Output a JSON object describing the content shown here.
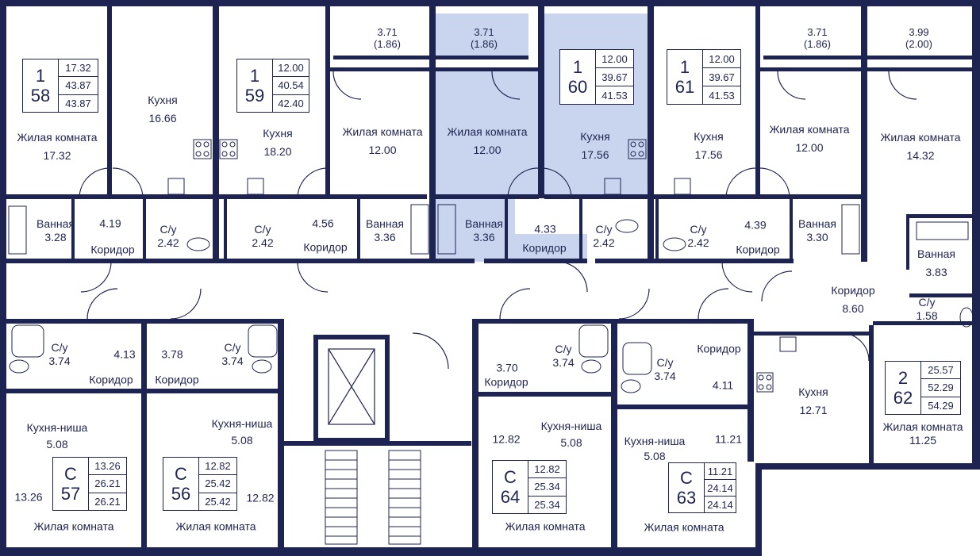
{
  "colors": {
    "wall": "#1e2451",
    "highlight": "#c9d5ee",
    "background": "#ffffff"
  },
  "balconies": [
    {
      "area": "3.71",
      "alt": "(1.86)"
    },
    {
      "area": "3.71",
      "alt": "(1.86)"
    },
    {
      "area": "3.71",
      "alt": "(1.86)"
    },
    {
      "area": "3.99",
      "alt": "(2.00)"
    }
  ],
  "apartments": {
    "a58": {
      "rooms": "1",
      "number": "58",
      "living": "17.32",
      "total": "43.87",
      "total_with_balcony": "43.87"
    },
    "a59": {
      "rooms": "1",
      "number": "59",
      "living": "12.00",
      "total": "40.54",
      "total_with_balcony": "42.40"
    },
    "a60": {
      "rooms": "1",
      "number": "60",
      "living": "12.00",
      "total": "39.67",
      "total_with_balcony": "41.53"
    },
    "a61": {
      "rooms": "1",
      "number": "61",
      "living": "12.00",
      "total": "39.67",
      "total_with_balcony": "41.53"
    },
    "a62": {
      "rooms": "2",
      "number": "62",
      "living": "25.57",
      "total": "52.29",
      "total_with_balcony": "54.29"
    },
    "a57": {
      "rooms": "C",
      "number": "57",
      "living": "13.26",
      "total": "26.21",
      "total_with_balcony": "26.21"
    },
    "a56": {
      "rooms": "C",
      "number": "56",
      "living": "12.82",
      "total": "25.42",
      "total_with_balcony": "25.42"
    },
    "a64": {
      "rooms": "C",
      "number": "64",
      "living": "12.82",
      "total": "25.34",
      "total_with_balcony": "25.34"
    },
    "a63": {
      "rooms": "C",
      "number": "63",
      "living": "11.21",
      "total": "24.14",
      "total_with_balcony": "24.14"
    }
  },
  "rooms": [
    {
      "name": "Жилая комната",
      "area": "17.32"
    },
    {
      "name": "Кухня",
      "area": "16.66"
    },
    {
      "name": "Кухня",
      "area": "18.20"
    },
    {
      "name": "Жилая комната",
      "area": "12.00"
    },
    {
      "name": "Жилая комната",
      "area": "12.00"
    },
    {
      "name": "Кухня",
      "area": "17.56"
    },
    {
      "name": "Кухня",
      "area": "17.56"
    },
    {
      "name": "Жилая комната",
      "area": "12.00"
    },
    {
      "name": "Жилая комната",
      "area": "14.32"
    },
    {
      "name": "Ванная",
      "area": "3.28"
    },
    {
      "name": "С/у",
      "area": "2.42"
    },
    {
      "name": "С/у",
      "area": "2.42"
    },
    {
      "name": "Ванная",
      "area": "3.36"
    },
    {
      "name": "Ванная",
      "area": "3.36"
    },
    {
      "name": "С/у",
      "area": "2.42"
    },
    {
      "name": "С/у",
      "area": "2.42"
    },
    {
      "name": "Ванная",
      "area": "3.30"
    },
    {
      "name": "Ванная",
      "area": "3.83"
    },
    {
      "name": "Коридор",
      "area": "8.60"
    },
    {
      "name": "С/у",
      "area": "1.58"
    },
    {
      "name": "С/у",
      "area": "3.74"
    },
    {
      "name": "С/у",
      "area": "3.74"
    },
    {
      "name": "С/у",
      "area": "3.74"
    },
    {
      "name": "С/у",
      "area": "3.74"
    },
    {
      "name": "Кухня-ниша",
      "area": "5.08"
    },
    {
      "name": "Кухня-ниша",
      "area": "5.08"
    },
    {
      "name": "Кухня-ниша",
      "area": "5.08"
    },
    {
      "name": "Кухня-ниша",
      "area": "5.08"
    },
    {
      "name": "Кухня",
      "area": "12.71"
    },
    {
      "name": "Жилая комната",
      "area": "11.25"
    }
  ],
  "corridors": {
    "label": "Коридор",
    "label2": "Жилая комната"
  },
  "areas": [
    "4.19",
    "4.56",
    "4.33",
    "4.39",
    "4.13",
    "3.78",
    "3.70",
    "4.11",
    "13.26",
    "12.82",
    "12.82",
    "11.21"
  ]
}
